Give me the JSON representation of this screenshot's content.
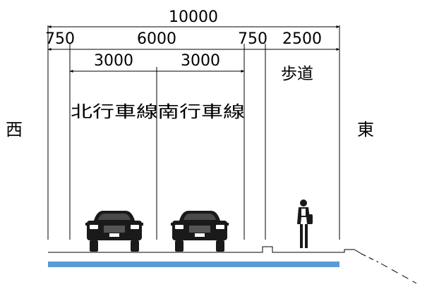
{
  "dimensions": {
    "total": "10000",
    "left_shoulder": "750",
    "carriageway": "6000",
    "right_shoulder": "750",
    "sidewalk": "2500",
    "lane_north": "3000",
    "lane_south": "3000"
  },
  "labels": {
    "west": "西",
    "east": "東",
    "northbound_lane": "北行車線",
    "southbound_lane": "南行車線",
    "sidewalk": "歩道"
  },
  "colors": {
    "foundation": "#5b9bd5",
    "vehicle": "#1a1a1a",
    "ink": "#000000"
  },
  "icons": [
    "car-icon",
    "car-icon",
    "pedestrian-icon"
  ]
}
